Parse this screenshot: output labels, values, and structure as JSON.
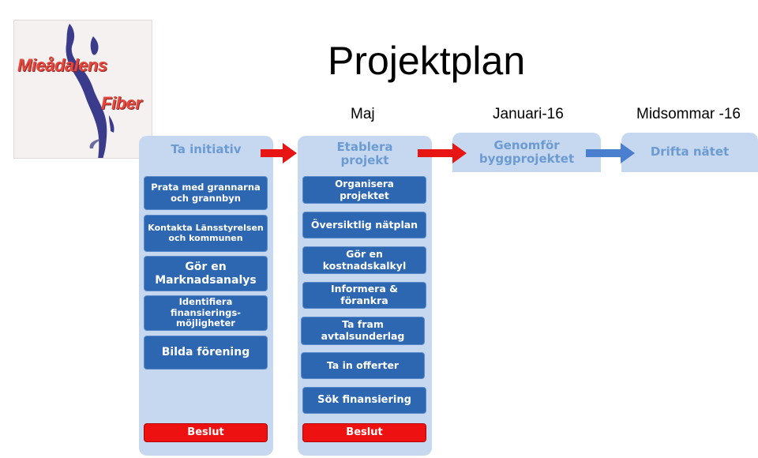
{
  "logo": {
    "line1": "Mieådalens",
    "line2": "Fiber"
  },
  "title": "Projektplan",
  "milestones": [
    "Maj",
    "Januari-16",
    "Midsommar -16"
  ],
  "phases": [
    {
      "label": "Ta initiativ"
    },
    {
      "label": "Etablera projekt"
    },
    {
      "label": "Genomför byggprojektet"
    },
    {
      "label": "Drifta nätet"
    }
  ],
  "column1_tasks": [
    "Prata med grannarna och grannbyn",
    "Kontakta Länsstyrelsen och kommunen",
    "Gör en Marknadsanalys",
    "Identifiera finansierings-möjligheter",
    "Bilda förening",
    "Beslut"
  ],
  "column2_tasks": [
    "Organisera projektet",
    "Översiktlig nätplan",
    "Gör en kostnadskalkyl",
    "Informera & förankra",
    "Ta fram avtalsunderlag",
    "Ta in offerter",
    "Sök finansiering",
    "Beslut"
  ],
  "colors": {
    "column_bg": "#c6d8f0",
    "header_text": "#6c9bd2",
    "task_blue": "#2e67b1",
    "decision_red": "#ee1111",
    "arrow_red": "#e81515",
    "arrow_blue": "#4a7fcf"
  }
}
